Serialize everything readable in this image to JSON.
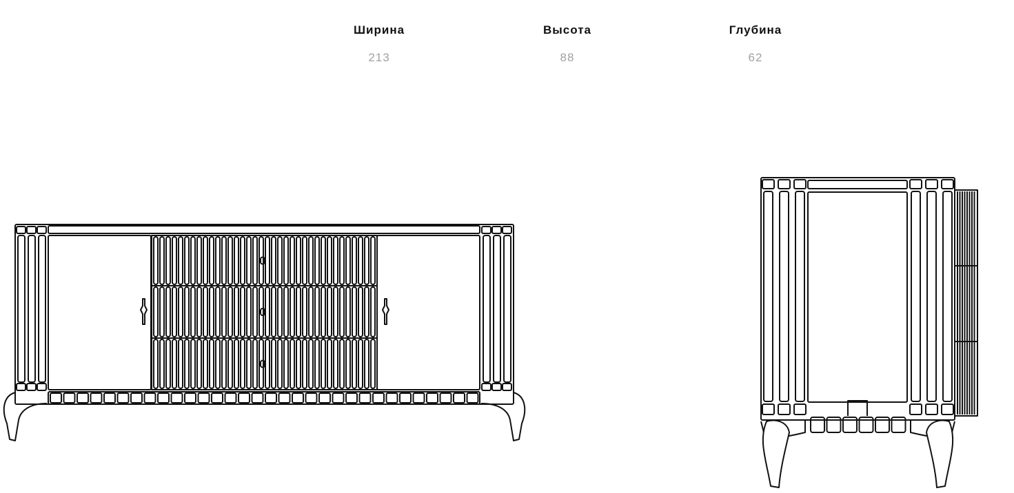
{
  "dimensions": [
    {
      "label": "Ширина",
      "value": "213"
    },
    {
      "label": "Высота",
      "value": "88"
    },
    {
      "label": "Глубина",
      "value": "62"
    }
  ],
  "colors": {
    "line": "#111111",
    "value_text": "#a0a0a0"
  }
}
